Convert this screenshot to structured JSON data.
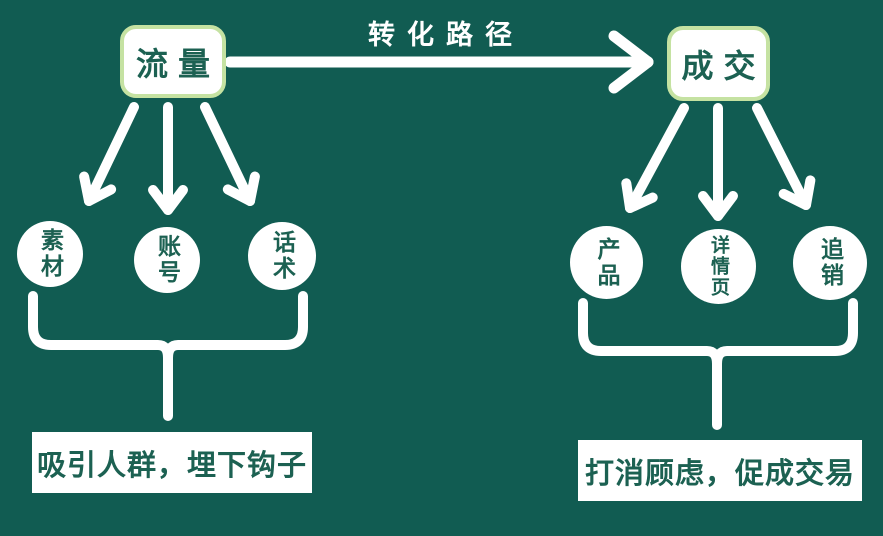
{
  "colors": {
    "canvas-bg": "#115c52",
    "node-fill": "#ffffff",
    "node-border": "#c5e2a2",
    "text-green": "#1c6152",
    "connector": "#ffffff"
  },
  "flow": {
    "source": {
      "label": "流量"
    },
    "path_label": "转化路径",
    "target": {
      "label": "成交"
    }
  },
  "left_group": {
    "items": [
      {
        "label": "素材"
      },
      {
        "label": "账号"
      },
      {
        "label": "话术"
      }
    ],
    "caption": "吸引人群，埋下钩子"
  },
  "right_group": {
    "items": [
      {
        "label": "产品"
      },
      {
        "label": "详情页"
      },
      {
        "label": "追销"
      }
    ],
    "caption": "打消顾虑，促成交易"
  }
}
